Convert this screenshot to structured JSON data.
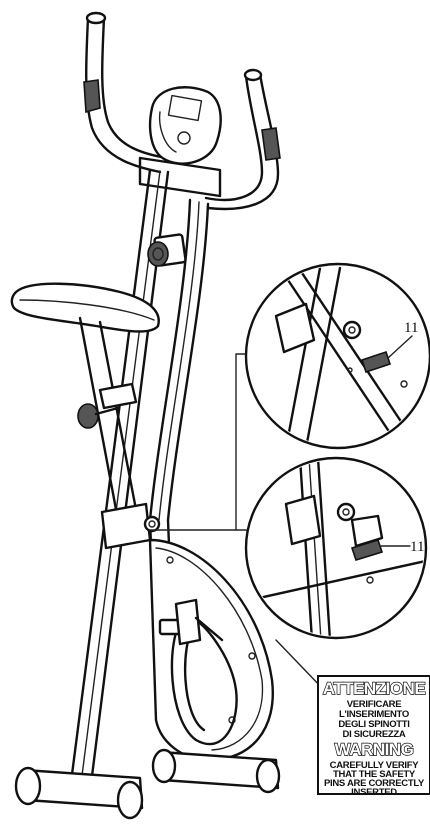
{
  "callouts": {
    "upper_detail_label": "11",
    "lower_detail_label": "11"
  },
  "warning_label": {
    "title_it": "ATTENZIONE",
    "lines_it": [
      "VERIFICARE",
      "L'INSERIMENTO",
      "DEGLI SPINOTTI",
      "DI SICUREZZA"
    ],
    "title_en": "WARNING",
    "lines_en": [
      "CAREFULLY VERIFY",
      "THAT THE SAFETY",
      "PINS ARE CORRECTLY",
      "INSERTED"
    ]
  },
  "colors": {
    "ink": "#111111",
    "background": "#ffffff"
  }
}
